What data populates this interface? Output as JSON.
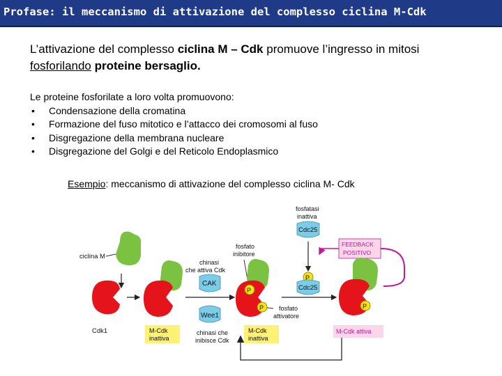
{
  "title": "Profase: il meccanismo di attivazione del complesso ciclina M-Cdk",
  "intro": {
    "part1": "L’attivazione del complesso ",
    "bold1": "ciclina M – Cdk",
    "part2": " promuove l’ingresso in mitosi ",
    "underlined": "fosforilando",
    "part3": " ",
    "bold2": "proteine bersaglio."
  },
  "list": {
    "heading": "Le proteine fosforilate a loro volta promuovono:",
    "bullet": "•",
    "items": [
      "Condensazione della cromatina",
      "Formazione del fuso mitotico e l’attacco dei cromosomi al fuso",
      "Disgregazione della membrana nucleare",
      "Disgregazione del Golgi e del Reticolo Endoplasmico"
    ]
  },
  "example": {
    "label": "Esempio",
    "text": ": meccanismo di attivazione del complesso ciclina M- Cdk"
  },
  "diagram": {
    "ciclina_label": "ciclina M",
    "cdk1_label": "Cdk1",
    "fosfatasi_line1": "fosfatasi",
    "fosfatasi_line2": "inattiva",
    "cdc25": "Cdc25",
    "feedback_line1": "FEEDBACK",
    "feedback_line2": "POSITIVO",
    "fosfato_inib_line1": "fosfato",
    "fosfato_inib_line2": "inibitore",
    "chinasi_attiva_line1": "chinasi",
    "chinasi_attiva_line2": "che attiva Cdk",
    "cak": "CAK",
    "wee1": "Wee1",
    "chinasi_inib_line1": "chinasi che",
    "chinasi_inib_line2": "inibisce Cdk",
    "fosfato_att_line1": "fosfato",
    "fosfato_att_line2": "attivatore",
    "p": "P",
    "inactive1_line1": "M-Cdk",
    "inactive1_line2": "inattiva",
    "inactive2_line1": "M-Cdk",
    "inactive2_line2": "inattiva",
    "active": "M-Cdk attiva",
    "colors": {
      "cdk": "#e5141b",
      "cyclin": "#7cc242",
      "enzyme": "#7ccbe7",
      "phosphate": "#f6e30f",
      "feedback": "#c0189a",
      "label_box": "#fff176"
    }
  }
}
